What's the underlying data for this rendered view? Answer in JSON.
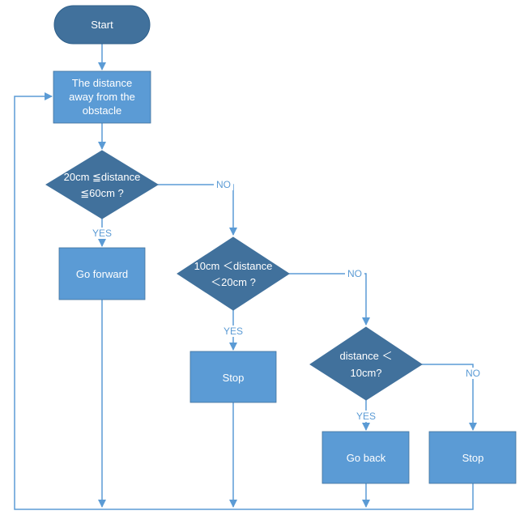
{
  "colors": {
    "process_fill": "#5b9bd5",
    "decision_fill": "#41719c",
    "line": "#5b9bd5",
    "text": "#ffffff"
  },
  "nodes": {
    "start": {
      "label": "Start"
    },
    "measure": {
      "lines": [
        "The distance",
        "away from the",
        "obstacle"
      ]
    },
    "decision1": {
      "lines": [
        "20cm ≦distance",
        "≦60cm ?"
      ]
    },
    "go_forward": {
      "label": "Go forward"
    },
    "decision2": {
      "lines": [
        "10cm ＜distance",
        "＜20cm ?"
      ]
    },
    "stop1": {
      "label": "Stop"
    },
    "decision3": {
      "lines": [
        "distance ＜",
        "10cm?"
      ]
    },
    "go_back": {
      "label": "Go back"
    },
    "stop2": {
      "label": "Stop"
    }
  },
  "edges": {
    "d1_yes": "YES",
    "d1_no": "NO",
    "d2_yes": "YES",
    "d2_no": "NO",
    "d3_yes": "YES",
    "d3_no": "NO"
  }
}
